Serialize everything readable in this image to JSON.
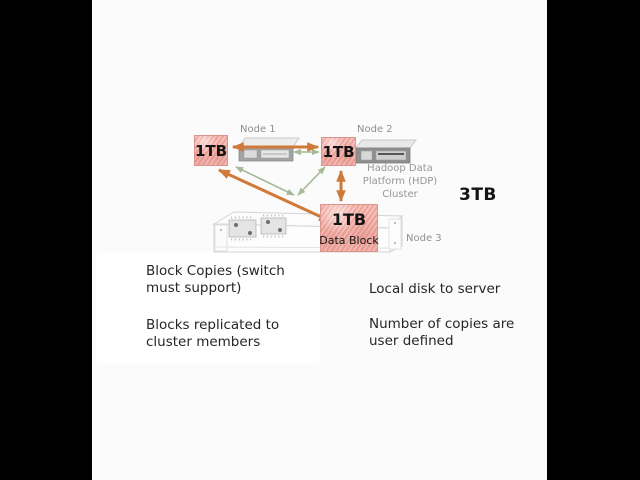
{
  "colors": {
    "letterbox": "#000000",
    "slide_bg": "#fbfbfb",
    "copy_arrow_orange": "#cf7a3b",
    "replication_arrow_green": "#a6ba97",
    "data_block_pink": "#f0a9a1",
    "data_block_border": "#db948c",
    "caption_gray": "#979797",
    "note_text": "#262626"
  },
  "icons": {
    "node1_server": "rack-server-icon",
    "node2_server": "rack-server-icon",
    "node3_chassis": "server-chassis-icon",
    "cpu_chips": "cpu-chip-icon"
  },
  "diagram": {
    "node1_label": "Node 1",
    "node2_label": "Node 2",
    "node3_label": "Node 3",
    "block1_label": "1TB",
    "block2_label": "1TB",
    "block3_label": "1TB",
    "block3_sublabel": "Data Block",
    "cluster_caption_line1": "Hadoop Data",
    "cluster_caption_line2": "Platform (HDP)",
    "cluster_caption_line3": "Cluster",
    "total_capacity_label": "3TB"
  },
  "notes": {
    "block_copies": "Block Copies (switch must support)",
    "blocks_replicated": "Blocks replicated to cluster members",
    "local_disk": "Local disk to server",
    "copies_user_defined": "Number of copies are user defined"
  }
}
